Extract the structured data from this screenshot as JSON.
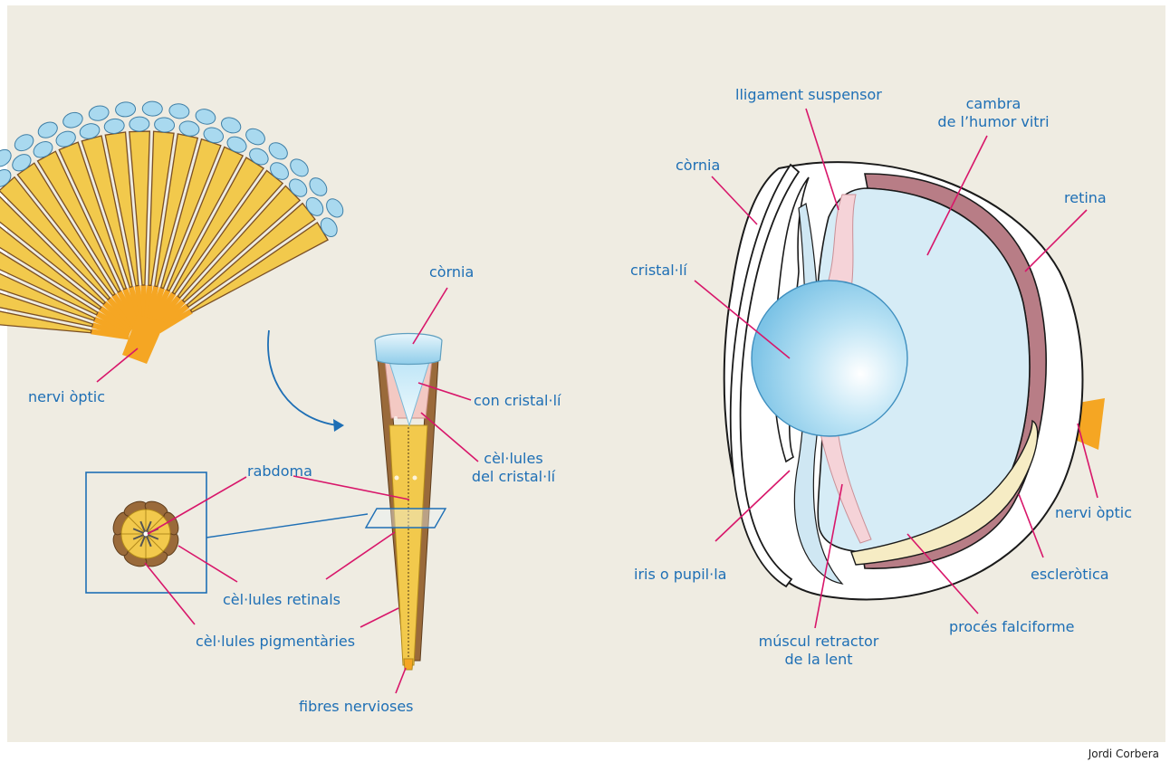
{
  "colors": {
    "background": "#efece2",
    "label": "#1e6fb5",
    "leader": "#d8166a",
    "nerve": "#f5a623",
    "rhabdom": "#f2c94c",
    "pigment": "#9a6a3a",
    "cornea_blue": "#a9d9ef",
    "eyeball_fill": "#d6ecf6",
    "retina": "#b87d86",
    "falciform": "#f6ecc4",
    "pink": "#f5d3d8"
  },
  "left_labels": {
    "nervi_optic": "nervi òptic",
    "cornia": "còrnia",
    "con_cristalli": "con cristal·lí",
    "cellules_cristalli_1": "cèl·lules",
    "cellules_cristalli_2": "del cristal·lí",
    "rabdoma": "rabdoma",
    "cellules_retinals": "cèl·lules retinals",
    "cellules_pigmentaries": "cèl·lules pigmentàries",
    "fibres_nervioses": "fibres nervioses"
  },
  "right_labels": {
    "lligament_suspensor": "lligament suspensor",
    "cambra_1": "cambra",
    "cambra_2": "de l’humor vitri",
    "cornia": "còrnia",
    "retina": "retina",
    "cristalli": "cristal·lí",
    "nervi_optic": "nervi òptic",
    "iris_pupilla": "iris o pupil·la",
    "esclerotica": "escleròtica",
    "muscul_1": "múscul retractor",
    "muscul_2": "de la lent",
    "proces_falciforme": "procés falciforme"
  },
  "credit": "Jordi Corbera"
}
